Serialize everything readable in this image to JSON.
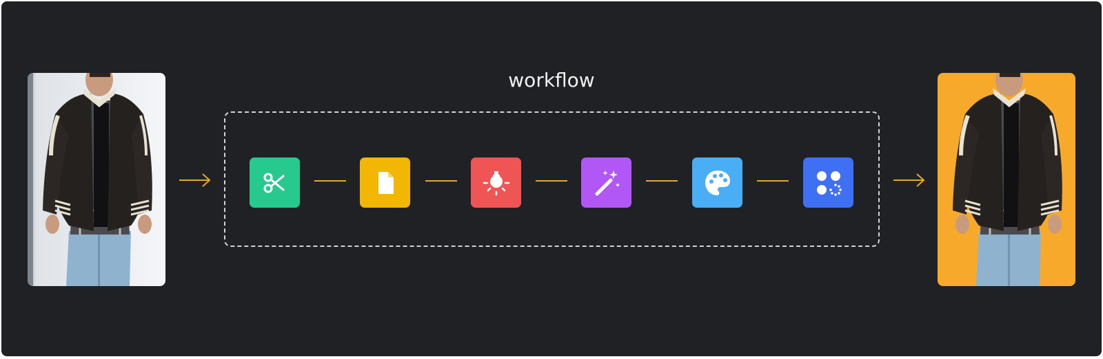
{
  "title": "workflow",
  "colors": {
    "background": "#1f2125",
    "accent": "#e8a830",
    "output_background": "#f6a92b"
  },
  "input_photo": {
    "icon": "product-photo-original",
    "background": "studio-white"
  },
  "output_photo": {
    "icon": "product-photo-processed",
    "background": "#f6a92b"
  },
  "steps": [
    {
      "icon": "scissors-icon",
      "color": "#27c98f"
    },
    {
      "icon": "file-icon",
      "color": "#f2b705"
    },
    {
      "icon": "lightbulb-icon",
      "color": "#f05555"
    },
    {
      "icon": "magic-wand-icon",
      "color": "#b157f5"
    },
    {
      "icon": "palette-icon",
      "color": "#4aaef7"
    },
    {
      "icon": "apps-loading-icon",
      "color": "#3f6ff2"
    }
  ]
}
